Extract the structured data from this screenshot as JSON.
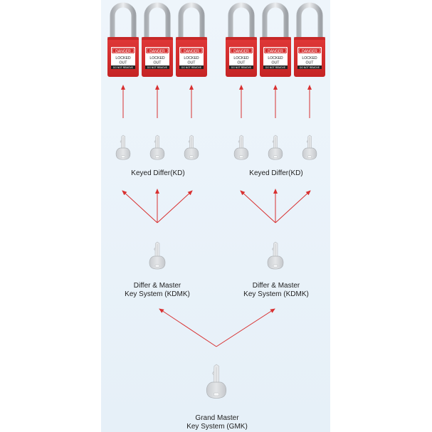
{
  "padlock": {
    "danger": "DANGER",
    "locked_line1": "LOCKED",
    "locked_line2": "OUT",
    "remove": "DO NOT REMOVE"
  },
  "labels": {
    "kd_left": "Keyed Differ(KD)",
    "kd_right": "Keyed Differ(KD)",
    "kdmk_left_line1": "Differ & Master",
    "kdmk_left_line2": "Key System (KDMK)",
    "kdmk_right_line1": "Differ & Master",
    "kdmk_right_line2": "Key System (KDMK)",
    "gmk_line1": "Grand Master",
    "gmk_line2": "Key System (GMK)"
  },
  "colors": {
    "lock_body": "#d42a2a",
    "shackle": "#c9ccd0",
    "arrow": "#d83030",
    "key_head": "#d6d9dc",
    "key_blade": "#eef0f2",
    "panel": "#e9f2f9"
  }
}
